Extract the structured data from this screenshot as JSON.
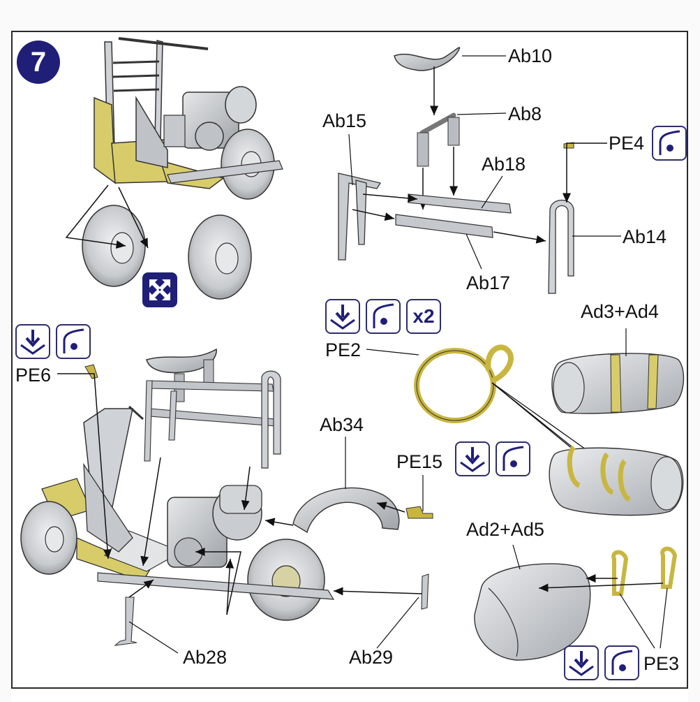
{
  "step_number": "7",
  "multiplier": "x2",
  "labels": {
    "ab10": "Ab10",
    "ab8": "Ab8",
    "ab15": "Ab15",
    "pe4": "PE4",
    "ab18": "Ab18",
    "ab14": "Ab14",
    "ab17": "Ab17",
    "ad3_ad4": "Ad3+Ad4",
    "pe2": "PE2",
    "pe6": "PE6",
    "ab34": "Ab34",
    "pe15": "PE15",
    "ad2_ad5": "Ad2+Ad5",
    "ab28": "Ab28",
    "ab29": "Ab29",
    "pe3": "PE3"
  },
  "icons": {
    "cut": "cut-from-sprue-icon",
    "bend": "bend-part-icon",
    "swap": "swap-orientation-icon"
  },
  "colors": {
    "accent": "#1f1f78",
    "part_highlight": "#d8cc6a",
    "pe_brass": "#c8b640",
    "part_grey": "#cfd2d6"
  }
}
